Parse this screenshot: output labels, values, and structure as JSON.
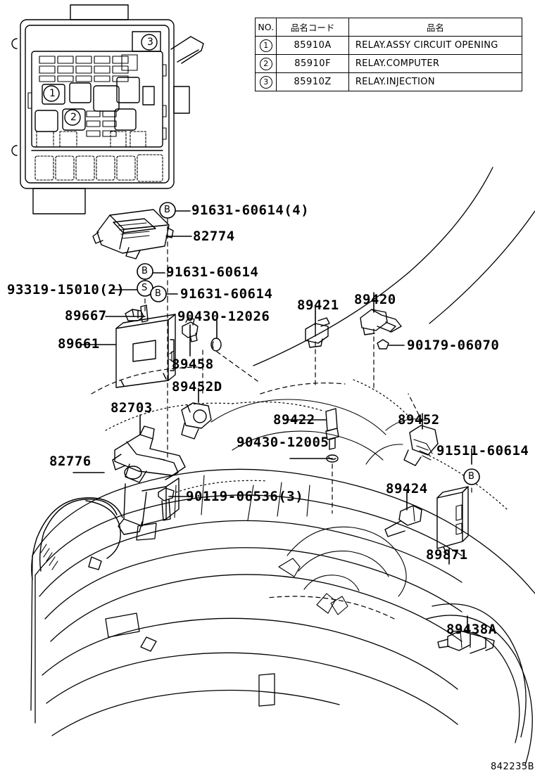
{
  "diagram": {
    "reference_code": "842235B",
    "title_implied": "Engine control computer / sensors"
  },
  "table": {
    "headers": [
      "NO.",
      "品名コード",
      "品名"
    ],
    "rows": [
      {
        "no": "1",
        "code": "85910A",
        "name": "RELAY.ASSY CIRCUIT OPENING"
      },
      {
        "no": "2",
        "code": "85910F",
        "name": "RELAY.COMPUTER"
      },
      {
        "no": "3",
        "code": "85910Z",
        "name": "RELAY.INJECTION"
      }
    ]
  },
  "fusebox_callouts": [
    {
      "id": "1",
      "label": "1"
    },
    {
      "id": "2",
      "label": "2"
    },
    {
      "id": "3",
      "label": "3"
    }
  ],
  "markers": {
    "b": "B",
    "s": "S"
  },
  "labels": {
    "bolt_91631_60614_4": "91631-60614(4)",
    "cover_82774": "82774",
    "bolt_91631_60614_a": "91631-60614",
    "bolt_91631_60614_b": "91631-60614",
    "clamp_93319_15010_2": "93319-15010(2)",
    "part_89667": "89667",
    "ecu_89661": "89661",
    "oring_90430_12026": "90430-12026",
    "sensor_89458": "89458",
    "sensor_89452d": "89452D",
    "bracket_82703": "82703",
    "wire_82776": "82776",
    "bolt_90119_06536_3": "90119-06536(3)",
    "sensor_89421": "89421",
    "sensor_89420": "89420",
    "bolt_90179_06070": "90179-06070",
    "sensor_89422": "89422",
    "oring_90430_12005": "90430-12005",
    "sensor_89452": "89452",
    "bolt_91511_60614": "91511-60614",
    "sensor_89424": "89424",
    "module_89871": "89871",
    "sensor_89438a": "89438A"
  }
}
